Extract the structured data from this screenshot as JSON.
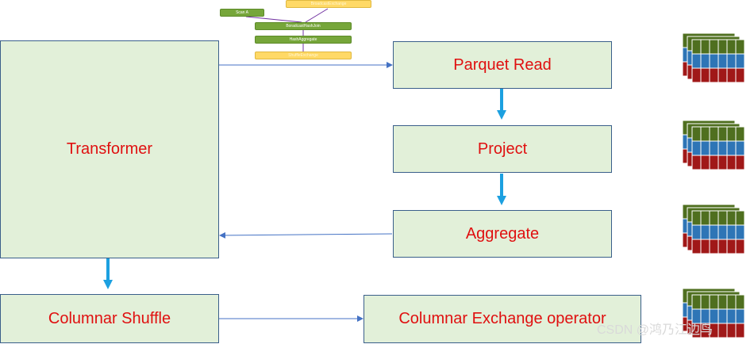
{
  "mini_plan": {
    "scan_a": "Scan A",
    "broadcast_exchange": "BroadcastExchange",
    "broadcast_hash_join": "BoradcastHashJoin",
    "hash_aggregate": "HashAggregate",
    "shuffle_exchange": "ShuffleExchange"
  },
  "boxes": {
    "transformer": "Transformer",
    "parquet_read": "Parquet Read",
    "project": "Project",
    "aggregate": "Aggregate",
    "columnar_shuffle": "Columnar Shuffle",
    "columnar_exchange": "Columnar Exchange operator"
  },
  "watermark": "CSDN @鸿乃江边鸟",
  "colors": {
    "box_fill": "#e2f0d9",
    "box_border": "#3a5f8a",
    "label": "#e01010",
    "thick_arrow": "#1ca0e0",
    "thin_arrow": "#4472c4",
    "stack_green": "#4f6f1f",
    "stack_blue": "#2e75b6",
    "stack_red": "#a01818"
  },
  "icons": [
    "columnar-batch-icon"
  ]
}
